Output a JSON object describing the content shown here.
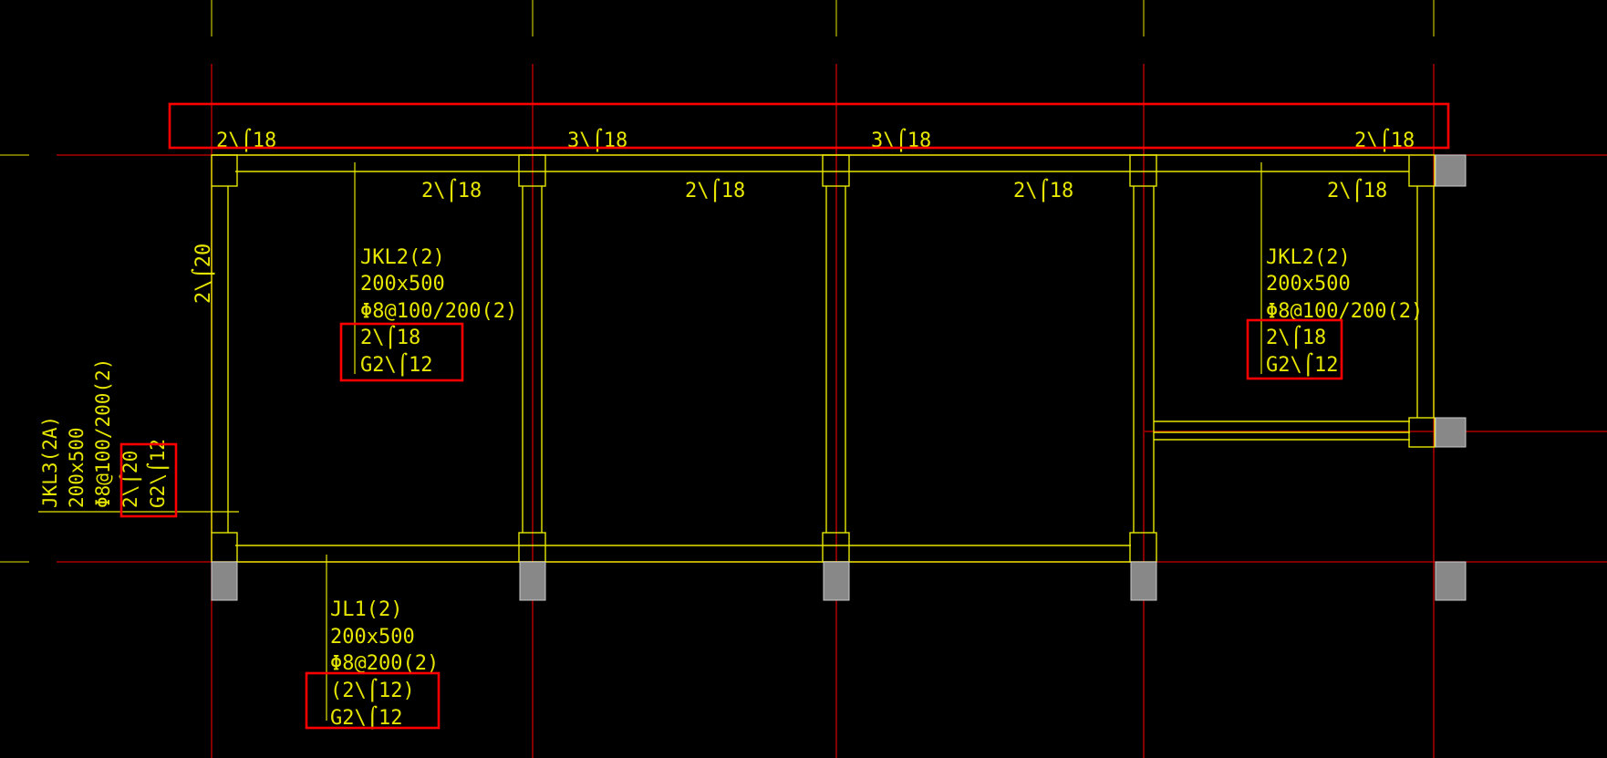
{
  "colors": {
    "background": "#000000",
    "beam_line": "#e6e600",
    "text": "#e6e600",
    "grid_axis": "#cc0000",
    "column_fill": "#888888",
    "highlight": "#ff0000"
  },
  "top_beam_labels": [
    "2\\⌠18",
    "3\\⌠18",
    "3\\⌠18",
    "2\\⌠18"
  ],
  "bottom_rebar_labels": [
    "2\\⌠18",
    "2\\⌠18",
    "2\\⌠18",
    "2\\⌠18"
  ],
  "left_support_label": "2\\⌠20",
  "jkl2_left": {
    "name": "JKL2(2)",
    "size": "200x500",
    "stirrup": "Φ8@100/200(2)",
    "top_rebar": "2\\⌠18",
    "side_rebar": "G2\\⌠12"
  },
  "jkl2_right": {
    "name": "JKL2(2)",
    "size": "200x500",
    "stirrup": "Φ8@100/200(2)",
    "top_rebar": "2\\⌠18",
    "side_rebar": "G2\\⌠12"
  },
  "jkl3": {
    "name": "JKL3(2A)",
    "size": "200x500",
    "stirrup": "Φ8@100/200(2)",
    "top_rebar": "2\\⌠20",
    "side_rebar": "G2\\⌠12"
  },
  "jl1": {
    "name": "JL1(2)",
    "size": "200x500",
    "stirrup": "Φ8@200(2)",
    "top_rebar": "(2\\⌠12)",
    "side_rebar": "G2\\⌠12"
  }
}
